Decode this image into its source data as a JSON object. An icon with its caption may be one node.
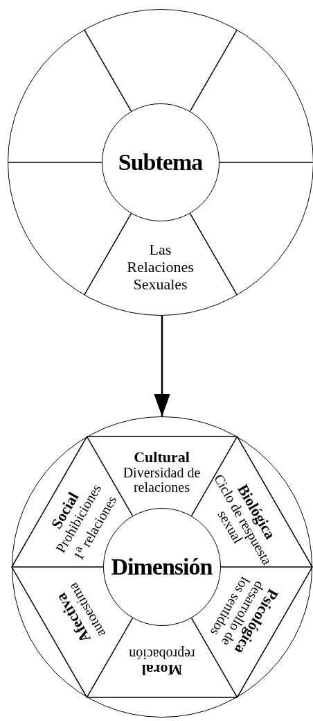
{
  "diagram": {
    "nodes": [
      {
        "text": [],
        "shape": "circle"
      },
      {
        "text": [
          "Subtema"
        ],
        "in": 0
      },
      {
        "text": [
          "Las Relaciones Sexuales"
        ],
        "in": 0
      },
      {
        "text": [],
        "shape": "circle"
      },
      {
        "text": [
          "Dimensión"
        ],
        "in": 3
      },
      {
        "text": [
          "Cultural",
          "Diversidad de relaciones"
        ],
        "in": 3
      },
      {
        "text": [
          "Biológica",
          "Ciclo de respuesta sexual"
        ],
        "in": 3
      },
      {
        "text": [
          "Psicológica",
          "desarrollo de los sentidos"
        ],
        "in": 3
      },
      {
        "text": [
          "Moral",
          "reprobación"
        ],
        "in": 3
      },
      {
        "text": [
          "Afectiva",
          "autoestima"
        ],
        "in": 3
      },
      {
        "text": [
          "Social",
          "Prohibiciones 1$^{a}$ relaciones"
        ],
        "in": 3
      }
    ],
    "edges": [
      {
        "from": 0,
        "to": 3,
        "arrow": "to"
      }
    ]
  }
}
